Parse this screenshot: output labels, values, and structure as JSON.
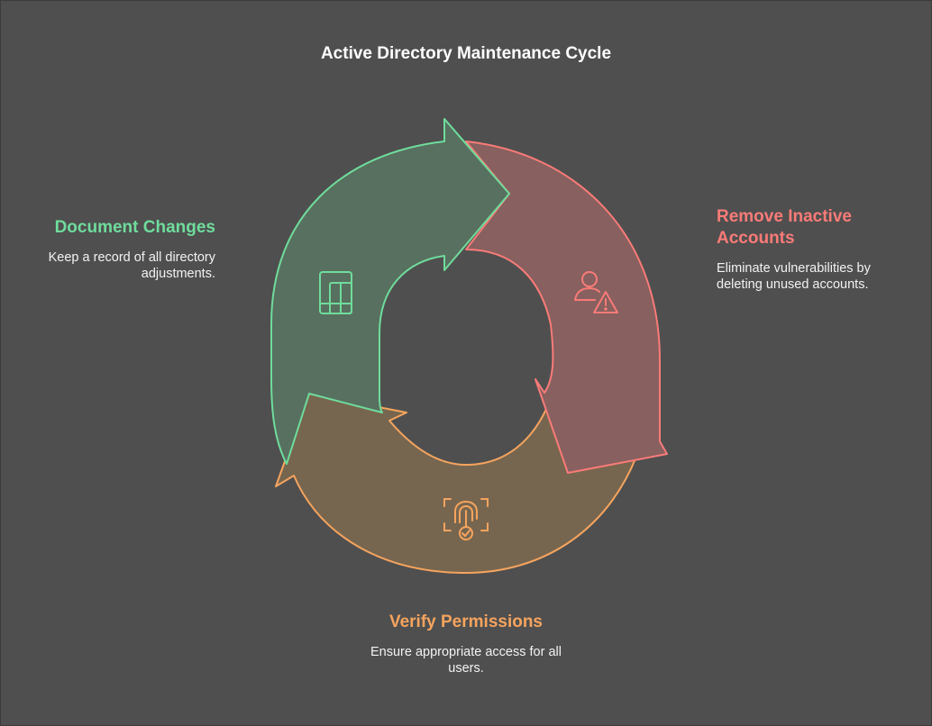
{
  "title": "Active Directory Maintenance Cycle",
  "colors": {
    "background": "#4f4f4f",
    "document": "#6fdc9c",
    "remove": "#f97b78",
    "verify": "#f6a45e"
  },
  "steps": {
    "document": {
      "title": "Document Changes",
      "description": "Keep a record of all directory adjustments.",
      "icon": "document-icon"
    },
    "remove": {
      "title": "Remove Inactive Accounts",
      "description": "Eliminate vulnerabilities by deleting unused accounts.",
      "icon": "user-warning-icon"
    },
    "verify": {
      "title": "Verify Permissions",
      "description": "Ensure appropriate access for all users.",
      "icon": "fingerprint-check-icon"
    }
  }
}
